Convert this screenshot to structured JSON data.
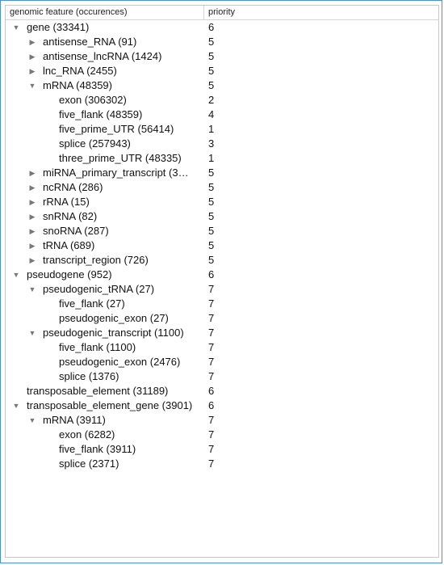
{
  "columns": {
    "feature": "genomic feature (occurences)",
    "priority": "priority"
  },
  "rows": [
    {
      "label": "gene (33341)",
      "priority": "6",
      "level": 0,
      "expander": "expanded"
    },
    {
      "label": "antisense_RNA (91)",
      "priority": "5",
      "level": 1,
      "expander": "collapsed"
    },
    {
      "label": "antisense_lncRNA (1424)",
      "priority": "5",
      "level": 1,
      "expander": "collapsed"
    },
    {
      "label": "lnc_RNA (2455)",
      "priority": "5",
      "level": 1,
      "expander": "collapsed"
    },
    {
      "label": "mRNA (48359)",
      "priority": "5",
      "level": 1,
      "expander": "expanded"
    },
    {
      "label": "exon (306302)",
      "priority": "2",
      "level": 2,
      "expander": "none"
    },
    {
      "label": "five_flank (48359)",
      "priority": "4",
      "level": 2,
      "expander": "none"
    },
    {
      "label": "five_prime_UTR (56414)",
      "priority": "1",
      "level": 2,
      "expander": "none"
    },
    {
      "label": "splice (257943)",
      "priority": "3",
      "level": 2,
      "expander": "none"
    },
    {
      "label": "three_prime_UTR (48335)",
      "priority": "1",
      "level": 2,
      "expander": "none"
    },
    {
      "label": "miRNA_primary_transcript (3…",
      "priority": "5",
      "level": 1,
      "expander": "collapsed"
    },
    {
      "label": "ncRNA (286)",
      "priority": "5",
      "level": 1,
      "expander": "collapsed"
    },
    {
      "label": "rRNA (15)",
      "priority": "5",
      "level": 1,
      "expander": "collapsed"
    },
    {
      "label": "snRNA (82)",
      "priority": "5",
      "level": 1,
      "expander": "collapsed"
    },
    {
      "label": "snoRNA (287)",
      "priority": "5",
      "level": 1,
      "expander": "collapsed"
    },
    {
      "label": "tRNA (689)",
      "priority": "5",
      "level": 1,
      "expander": "collapsed"
    },
    {
      "label": "transcript_region (726)",
      "priority": "5",
      "level": 1,
      "expander": "collapsed"
    },
    {
      "label": "pseudogene (952)",
      "priority": "6",
      "level": 0,
      "expander": "expanded"
    },
    {
      "label": "pseudogenic_tRNA (27)",
      "priority": "7",
      "level": 1,
      "expander": "expanded"
    },
    {
      "label": "five_flank (27)",
      "priority": "7",
      "level": 2,
      "expander": "none"
    },
    {
      "label": "pseudogenic_exon (27)",
      "priority": "7",
      "level": 2,
      "expander": "none"
    },
    {
      "label": "pseudogenic_transcript (1100)",
      "priority": "7",
      "level": 1,
      "expander": "expanded"
    },
    {
      "label": "five_flank (1100)",
      "priority": "7",
      "level": 2,
      "expander": "none"
    },
    {
      "label": "pseudogenic_exon (2476)",
      "priority": "7",
      "level": 2,
      "expander": "none"
    },
    {
      "label": "splice (1376)",
      "priority": "7",
      "level": 2,
      "expander": "none"
    },
    {
      "label": "transposable_element (31189)",
      "priority": "6",
      "level": 0,
      "expander": "none"
    },
    {
      "label": "transposable_element_gene (3901)",
      "priority": "6",
      "level": 0,
      "expander": "expanded"
    },
    {
      "label": "mRNA (3911)",
      "priority": "7",
      "level": 1,
      "expander": "expanded"
    },
    {
      "label": "exon (6282)",
      "priority": "7",
      "level": 2,
      "expander": "none"
    },
    {
      "label": "five_flank (3911)",
      "priority": "7",
      "level": 2,
      "expander": "none"
    },
    {
      "label": "splice (2371)",
      "priority": "7",
      "level": 2,
      "expander": "none"
    }
  ]
}
